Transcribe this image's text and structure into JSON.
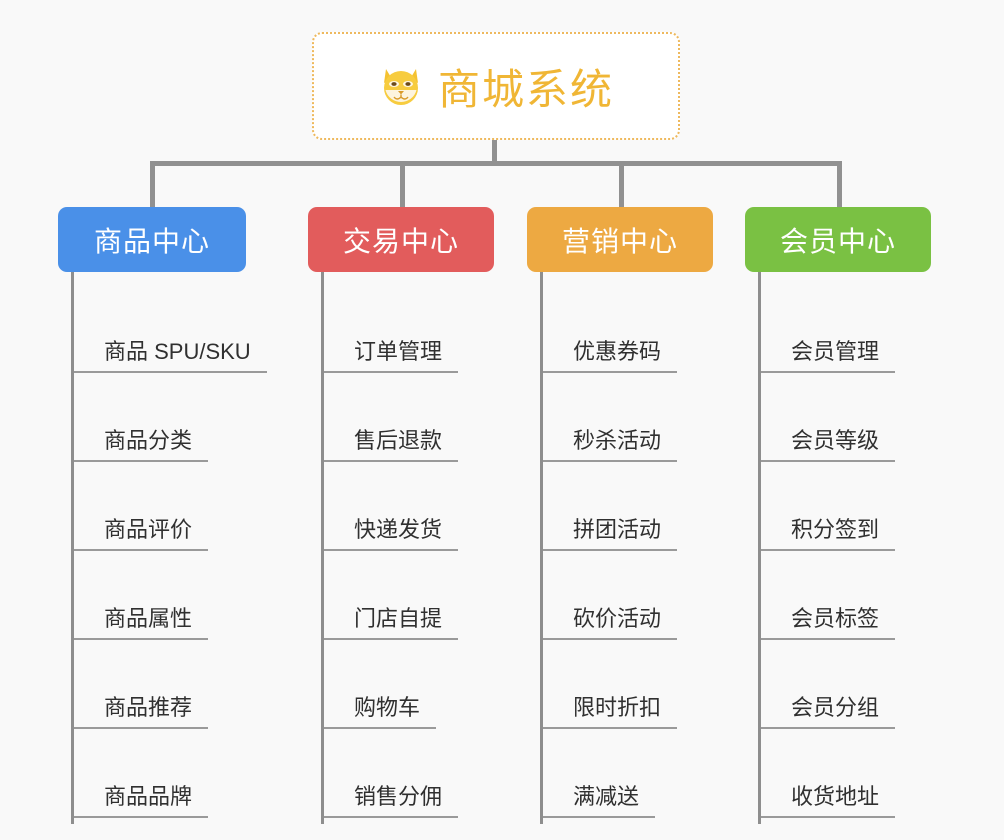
{
  "diagram": {
    "type": "org-chart",
    "background_color": "#f9f9f9",
    "root": {
      "title": "商城系统",
      "icon": "shiba-dog-face-icon",
      "border_color": "#eeb95e",
      "text_color": "#f0b635",
      "background_color": "#ffffff"
    },
    "connector_color": "#919191",
    "branches": [
      {
        "label": "商品中心",
        "color": "#4a90e8",
        "text_color": "#ffffff",
        "items": [
          "商品 SPU/SKU",
          "商品分类",
          "商品评价",
          "商品属性",
          "商品推荐",
          "商品品牌"
        ]
      },
      {
        "label": "交易中心",
        "color": "#e25c5c",
        "text_color": "#ffffff",
        "items": [
          "订单管理",
          "售后退款",
          "快递发货",
          "门店自提",
          "购物车",
          "销售分佣"
        ]
      },
      {
        "label": "营销中心",
        "color": "#eda942",
        "text_color": "#ffffff",
        "items": [
          "优惠券码",
          "秒杀活动",
          "拼团活动",
          "砍价活动",
          "限时折扣",
          "满减送"
        ]
      },
      {
        "label": "会员中心",
        "color": "#7ac143",
        "text_color": "#ffffff",
        "items": [
          "会员管理",
          "会员等级",
          "积分签到",
          "会员标签",
          "会员分组",
          "收货地址"
        ]
      }
    ]
  }
}
